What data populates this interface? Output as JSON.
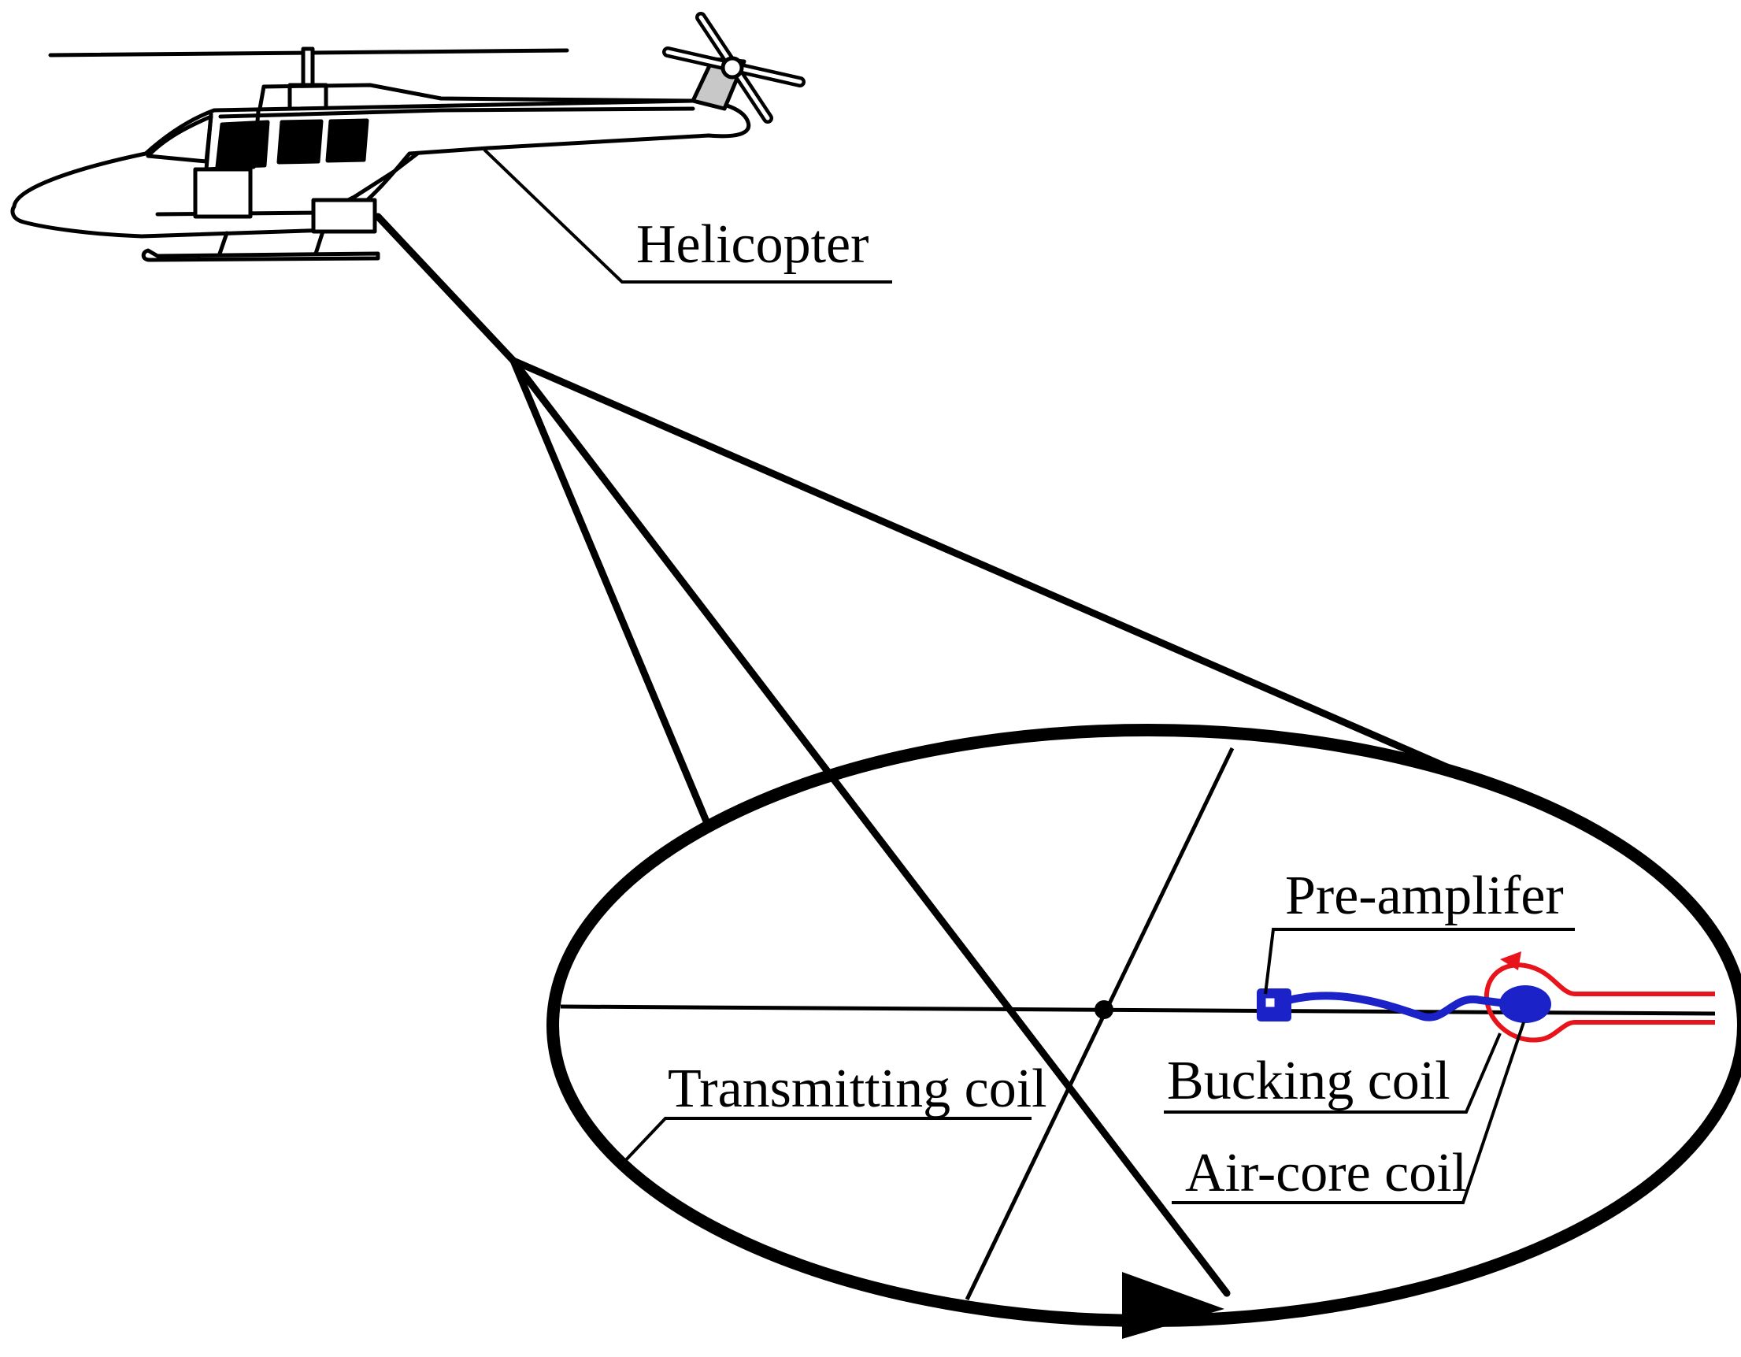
{
  "labels": {
    "helicopter": "Helicopter",
    "preamplifier": "Pre-amplifer",
    "bucking_coil": "Bucking coil",
    "air_core_coil": "Air-core coil",
    "transmitting_coil": "Transmitting coil"
  },
  "colors": {
    "line": "#000000",
    "bucking_coil": "#e8141b",
    "receiver": "#1a22c8",
    "tail_fin": "#c8c8c8",
    "window": "#000000",
    "background": "#ffffff"
  }
}
